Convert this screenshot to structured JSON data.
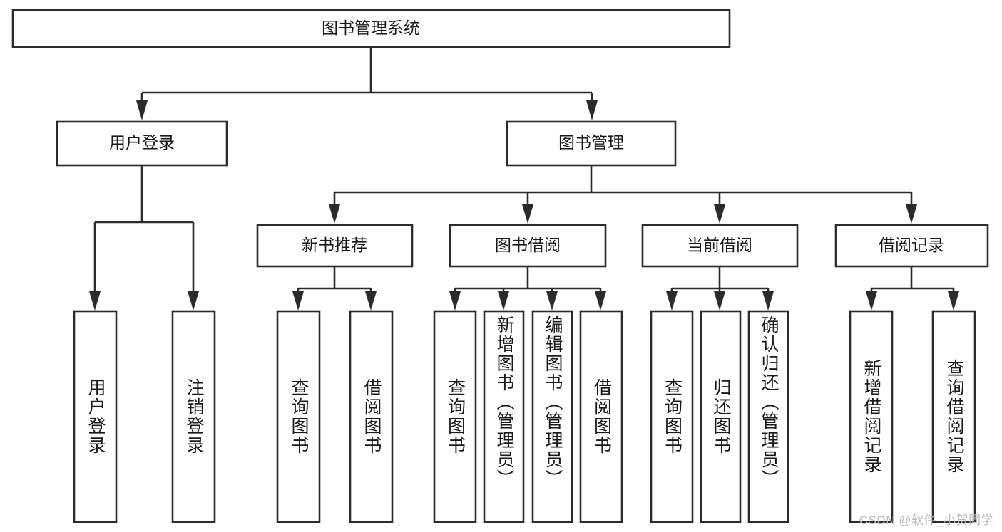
{
  "diagram": {
    "type": "tree-hierarchy-chart",
    "title": "图书管理系统",
    "background_color": "#ffffff",
    "line_color": "#2b2b2b",
    "text_color": "#1a1a1a",
    "root": {
      "label": "图书管理系统"
    },
    "level2": [
      {
        "label": "用户登录"
      },
      {
        "label": "图书管理"
      }
    ],
    "level3": [
      {
        "label": "新书推荐"
      },
      {
        "label": "图书借阅"
      },
      {
        "label": "当前借阅"
      },
      {
        "label": "借阅记录"
      }
    ],
    "leaves": {
      "user_login": [
        {
          "label": "用户登录"
        },
        {
          "label": "注销登录"
        }
      ],
      "new_book_recommend": [
        {
          "label": "查询图书"
        },
        {
          "label": "借阅图书"
        }
      ],
      "book_borrow": [
        {
          "label": "查询图书"
        },
        {
          "label": "新增图书（管理员）"
        },
        {
          "label": "编辑图书（管理员）"
        },
        {
          "label": "借阅图书"
        }
      ],
      "current_borrow": [
        {
          "label": "查询图书"
        },
        {
          "label": "归还图书"
        },
        {
          "label": "确认归还（管理员）"
        }
      ],
      "borrow_record": [
        {
          "label": "新增借阅记录"
        },
        {
          "label": "查询借阅记录"
        }
      ]
    },
    "watermark": "CSDN @软件_小贺同学"
  }
}
